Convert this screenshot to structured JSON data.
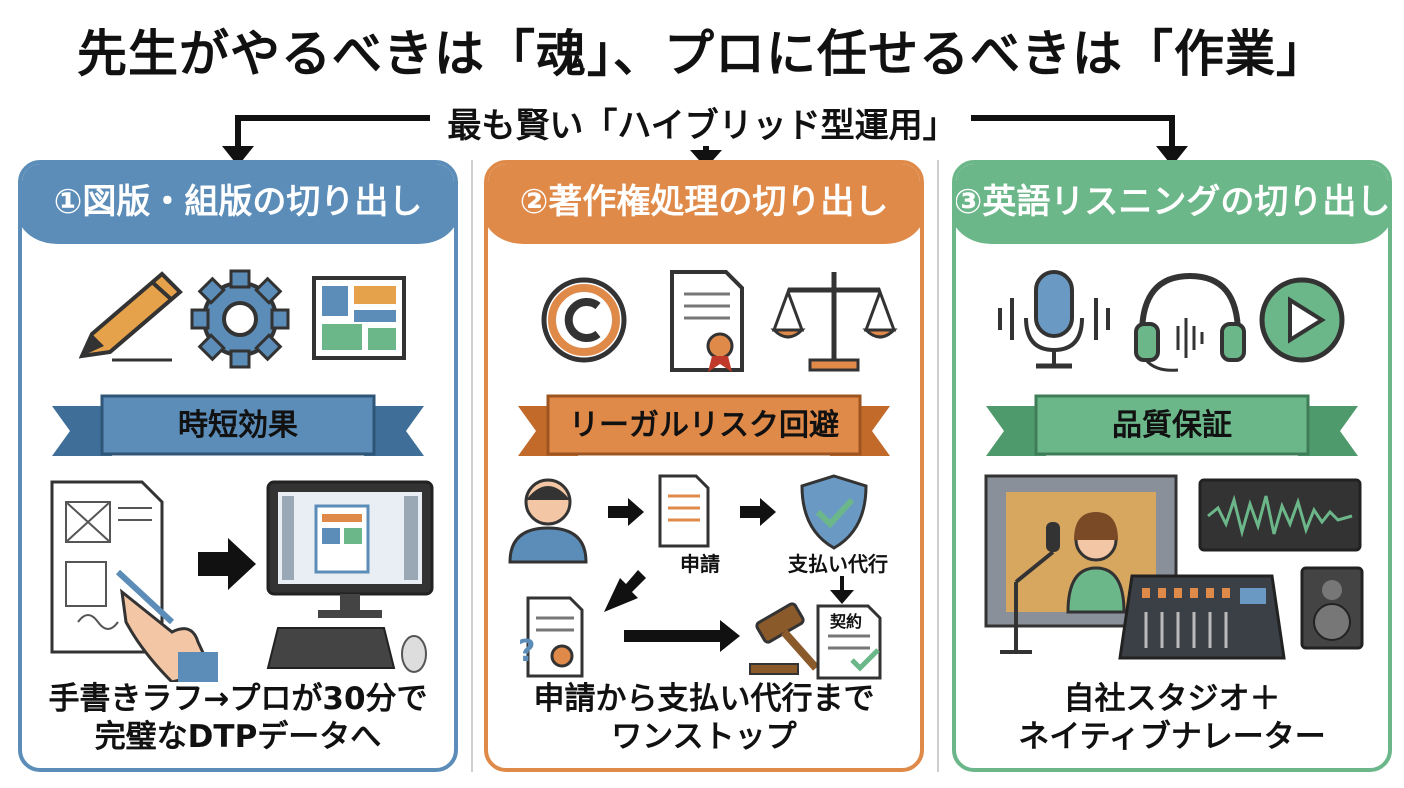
{
  "title": "先生がやるべきは「魂」、プロに任せるべきは「作業」",
  "subtitle": "最も賢い「ハイブリッド型運用」",
  "colors": {
    "blue": "#5b8db8",
    "orange": "#e08a4a",
    "green": "#6cb78a"
  },
  "panels": [
    {
      "heading": "①図版・組版の切り出し",
      "icons": [
        "pencil-icon",
        "gear-icon",
        "layout-icon"
      ],
      "ribbon": "時短効果",
      "caption": [
        "手書きラフ→プロが30分で",
        "完璧なDTPデータへ"
      ]
    },
    {
      "heading": "②著作権処理の切り出し",
      "icons": [
        "copyright-icon",
        "certificate-icon",
        "scales-icon"
      ],
      "ribbon": "リーガルリスク回避",
      "flow_labels": {
        "apply": "申請",
        "payment": "支払い代行",
        "question": "?",
        "contract": "契約"
      },
      "caption": [
        "申請から支払い代行まで",
        "ワンストップ"
      ]
    },
    {
      "heading": "③英語リスニングの切り出し",
      "icons": [
        "microphone-icon",
        "headphones-icon",
        "play-icon"
      ],
      "ribbon": "品質保証",
      "caption": [
        "自社スタジオ＋",
        "ネイティブナレーター"
      ]
    }
  ]
}
